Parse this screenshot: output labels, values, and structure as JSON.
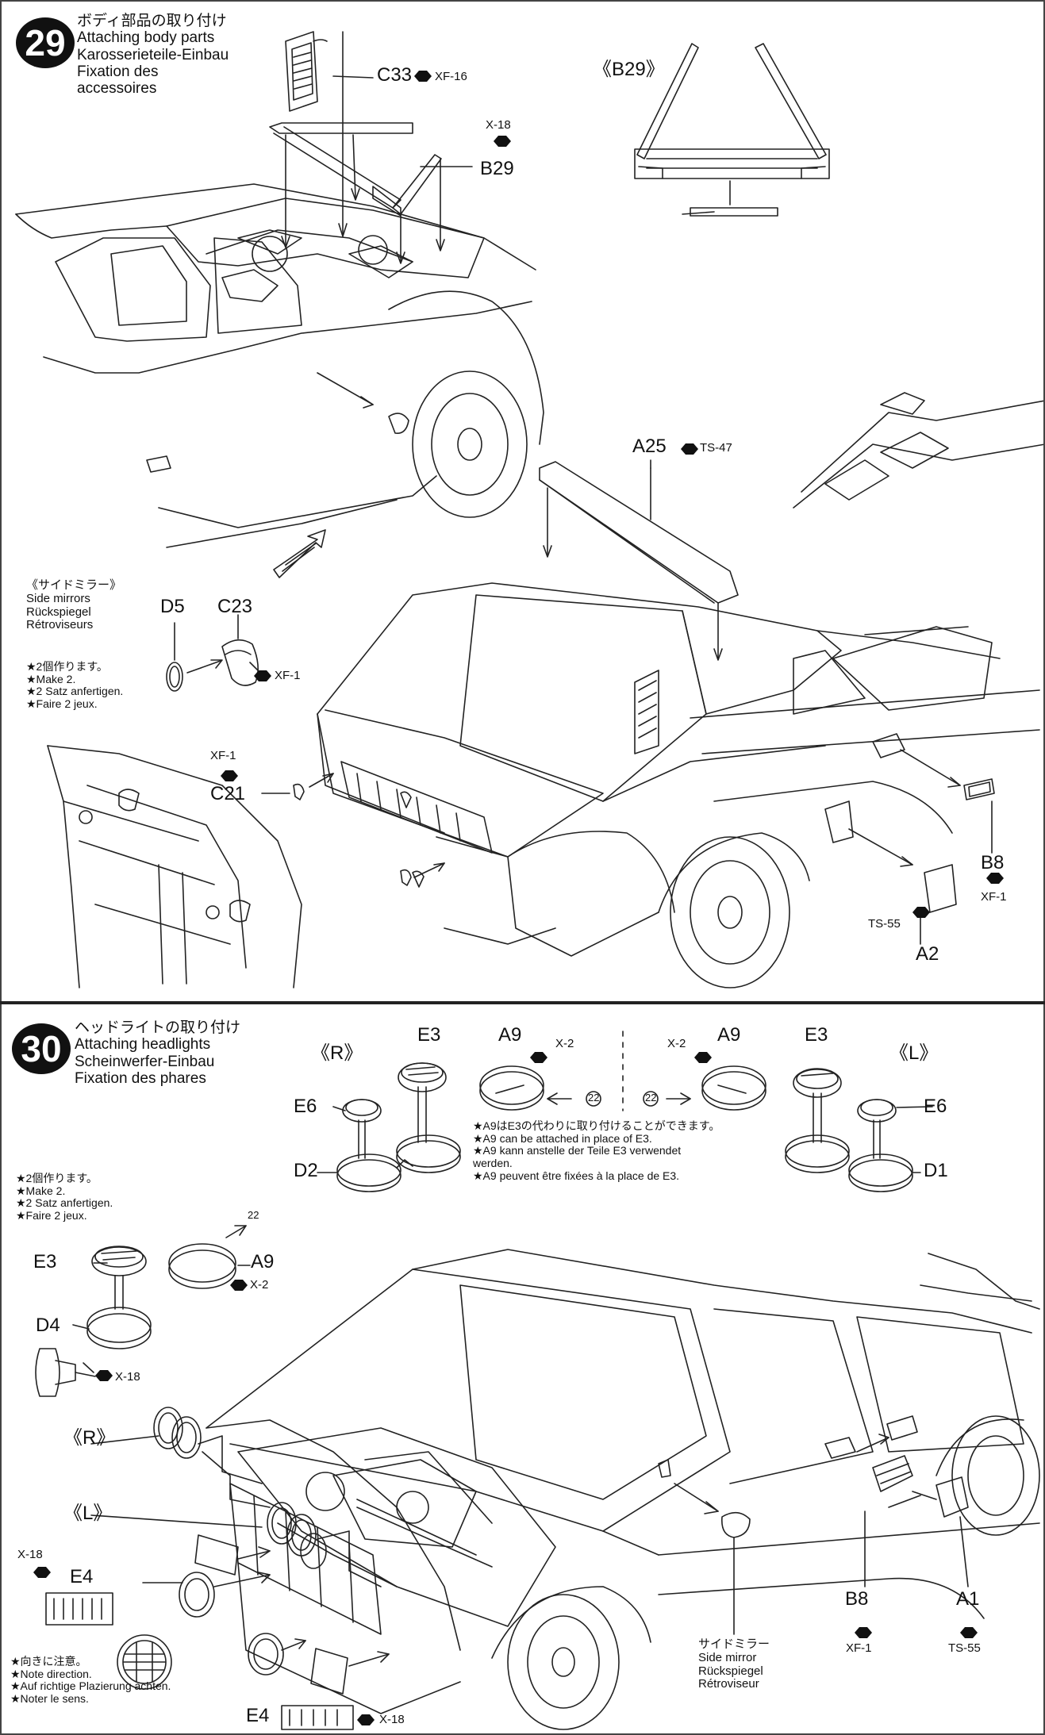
{
  "step29": {
    "number": "29",
    "title_ja": "ボディ部品の取り付け",
    "title_en": "Attaching body parts",
    "title_de": "Karosserieteile-Einbau",
    "title_fr_1": "Fixation des",
    "title_fr_2": "accessoires",
    "labels": {
      "c33": "C33",
      "xf16": "XF-16",
      "x18": "X-18",
      "b29": "B29",
      "b29_view": "《B29》",
      "a25": "A25",
      "ts47": "TS-47",
      "d5": "D5",
      "c23": "C23",
      "xf1_c23": "XF-1",
      "xf1_c21": "XF-1",
      "c21": "C21",
      "b8": "B8",
      "xf1_b8": "XF-1",
      "ts55": "TS-55",
      "a2": "A2"
    },
    "side_mirrors": {
      "heading_ja": "《サイドミラー》",
      "heading_en": "Side mirrors",
      "heading_de": "Rückspiegel",
      "heading_fr": "Rétroviseurs",
      "note_ja": "★2個作ります。",
      "note_en": "★Make 2.",
      "note_de": "★2 Satz anfertigen.",
      "note_fr": "★Faire 2 jeux."
    }
  },
  "step30": {
    "number": "30",
    "title_ja": "ヘッドライトの取り付け",
    "title_en": "Attaching headlights",
    "title_de": "Scheinwerfer-Einbau",
    "title_fr": "Fixation des phares",
    "labels": {
      "r_top": "《R》",
      "l_top": "《L》",
      "e3_left": "E3",
      "e3_right": "E3",
      "a9_left": "A9",
      "a9_right": "A9",
      "x2_left": "X-2",
      "x2_right": "X-2",
      "decal_22": "22",
      "e6_left": "E6",
      "e6_right": "E6",
      "d2": "D2",
      "d1": "D1",
      "e3_small": "E3",
      "a9_small": "A9",
      "x2_small": "X-2",
      "d4": "D4",
      "x18_d4": "X-18",
      "r_side": "《R》",
      "l_side": "《L》",
      "x18_e4": "X-18",
      "e4_top": "E4",
      "e4_bottom": "E4",
      "x18_bottom": "X-18",
      "b8": "B8",
      "xf1": "XF-1",
      "a1": "A1",
      "ts55": "TS-55"
    },
    "alt_note": {
      "ja": "★A9はE3の代わりに取り付けることができます。",
      "en": "★A9 can be attached in place of E3.",
      "de_1": "★A9 kann anstelle der Teile E3 verwendet",
      "de_2": "werden.",
      "fr": "★A9 peuvent être fixées à la place de E3."
    },
    "make2": {
      "ja": "★2個作ります。",
      "en": "★Make 2.",
      "de": "★2 Satz anfertigen.",
      "fr": "★Faire 2 jeux."
    },
    "direction_note": {
      "ja": "★向きに注意。",
      "en": "★Note direction.",
      "de": "★Auf richtige Plazierung achten.",
      "fr": "★Noter le sens."
    },
    "side_mirror": {
      "ja": "サイドミラー",
      "en": "Side mirror",
      "de": "Rückspiegel",
      "fr": "Rétroviseur"
    }
  }
}
